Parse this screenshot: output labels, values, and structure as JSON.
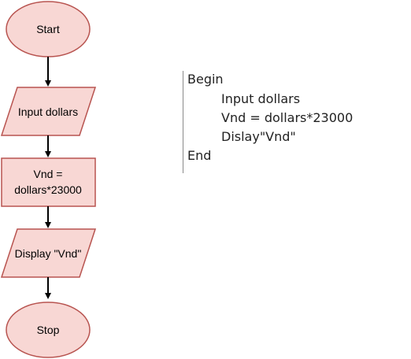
{
  "colors": {
    "node_fill": "#f8d7d4",
    "node_stroke": "#b85450",
    "arrow": "#000000"
  },
  "flowchart": {
    "start": {
      "label": "Start"
    },
    "input": {
      "label": "Input dollars"
    },
    "process": {
      "line1": "Vnd =",
      "line2": "dollars*23000"
    },
    "output": {
      "label": "Display \"Vnd\""
    },
    "stop": {
      "label": "Stop"
    }
  },
  "pseudocode": {
    "begin": "Begin",
    "lines": [
      "Input dollars",
      "Vnd = dollars*23000",
      "Dislay\"Vnd\""
    ],
    "end": "End"
  }
}
